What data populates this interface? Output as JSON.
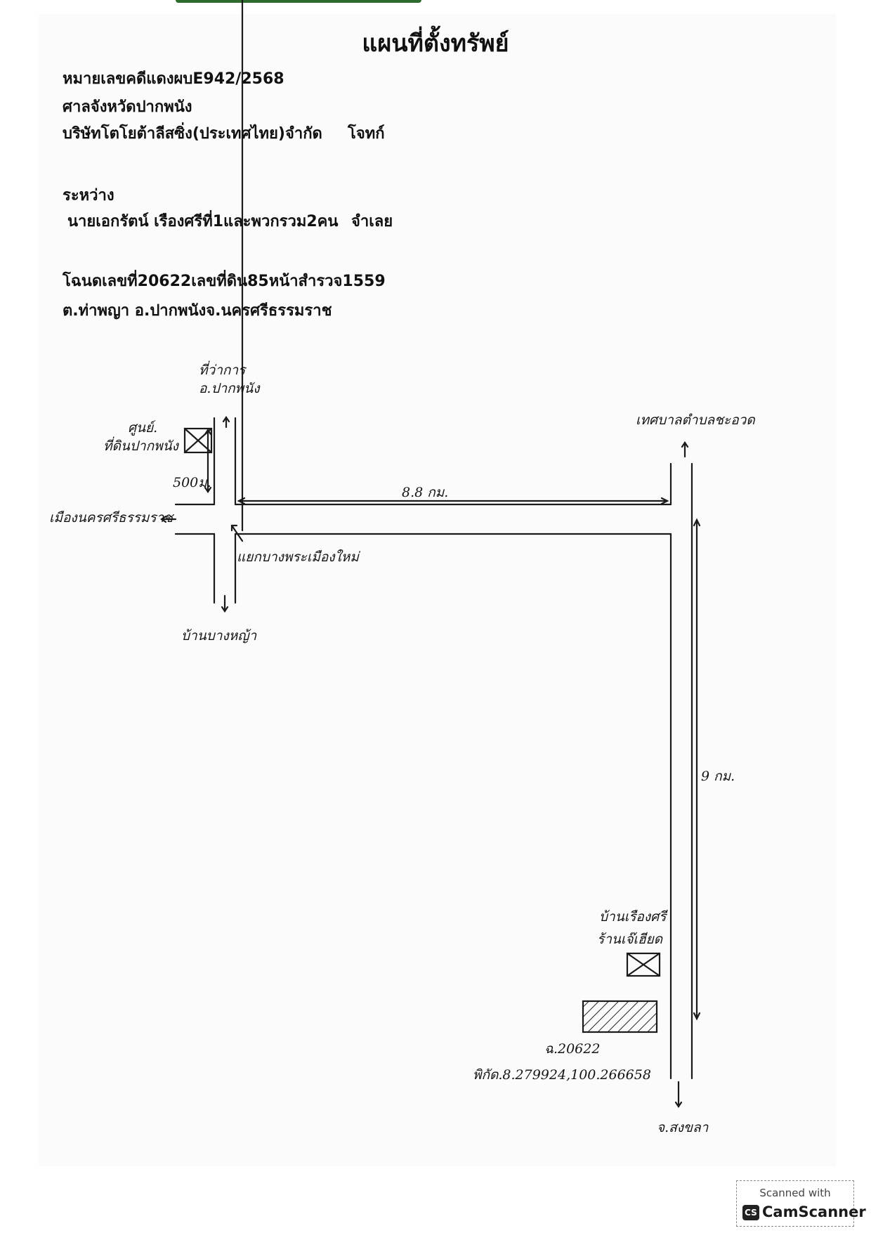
{
  "document": {
    "title": "แผนที่ตั้งทรัพย์",
    "case_number": "หมายเลขคดีแดงผบE942/2568",
    "court": "ศาลจังหวัดปากพนัง",
    "plaintiff_name": "บริษัทโตโยต้าลีสซิ่ง(ประเทศไทย)จำกัด",
    "plaintiff_role": "โจทก์",
    "between": "ระหว่าง",
    "defendant_name": "นายเอกรัตน์ เรืองศรีที่1และพวกรวม2คน",
    "defendant_role": "จำเลย",
    "deed": "โฉนดเลขที่20622เลขที่ดิน85หน้าสำรวจ1559",
    "location": "ต.ท่าพญา อ.ปากพนังจ.นครศรีธรรมราช"
  },
  "map": {
    "label_top_1": "ที่ว่าการ",
    "label_top_2": "อ.ปากพนัง",
    "label_office_1": "ศูนย์.",
    "label_office_2": "ที่ดินปากพนัง",
    "label_500m": "500ม.",
    "label_left_city": "เมืองนครศรีธรรมราช",
    "label_junction": "แยกบางพระเมืองใหม่",
    "label_bottom": "บ้านบางหญ้า",
    "label_distance_h": "8.8 กม.",
    "label_top_right": "เทศบาลตำบลชะอวด",
    "label_distance_v": "9 กม.",
    "label_house_1": "บ้านเรืองศรี",
    "label_house_2": "ร้านเจ๊เฮียด",
    "label_deed_no": "ฉ.20622",
    "label_coords": "พิกัด.8.279924,100.266658",
    "label_songkhla": "จ.สงขลา"
  },
  "badge": {
    "small": "Scanned with",
    "logo": "CS",
    "name": "CamScanner"
  }
}
